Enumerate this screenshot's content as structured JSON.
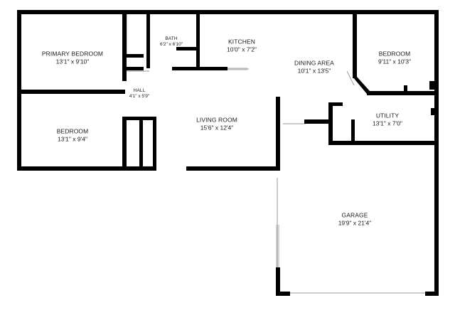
{
  "plan": {
    "colors": {
      "wall": "#000000",
      "window": "#d7d7d7",
      "background": "#ffffff",
      "text": "#1a1a1a"
    },
    "rooms": [
      {
        "id": "primary-bedroom",
        "name": "PRIMARY BEDROOM",
        "dims": "13'1\" x 9'10\""
      },
      {
        "id": "bath",
        "name": "BATH",
        "dims": "6'2\" x 6'10\""
      },
      {
        "id": "kitchen",
        "name": "KITCHEN",
        "dims": "10'0\" x 7'2\""
      },
      {
        "id": "dining-area",
        "name": "DINING AREA",
        "dims": "10'1\" x 13'5\""
      },
      {
        "id": "bedroom-ne",
        "name": "BEDROOM",
        "dims": "9'11\" x 10'3\""
      },
      {
        "id": "hall",
        "name": "HALL",
        "dims": "4'1\" x 5'9\""
      },
      {
        "id": "bedroom-w",
        "name": "BEDROOM",
        "dims": "13'1\" x 9'4\""
      },
      {
        "id": "living-room",
        "name": "LIVING ROOM",
        "dims": "15'6\" x 12'4\""
      },
      {
        "id": "utility",
        "name": "UTILITY",
        "dims": "13'1\" x 7'0\""
      },
      {
        "id": "garage",
        "name": "GARAGE",
        "dims": "19'9\" x 21'4\""
      }
    ]
  }
}
